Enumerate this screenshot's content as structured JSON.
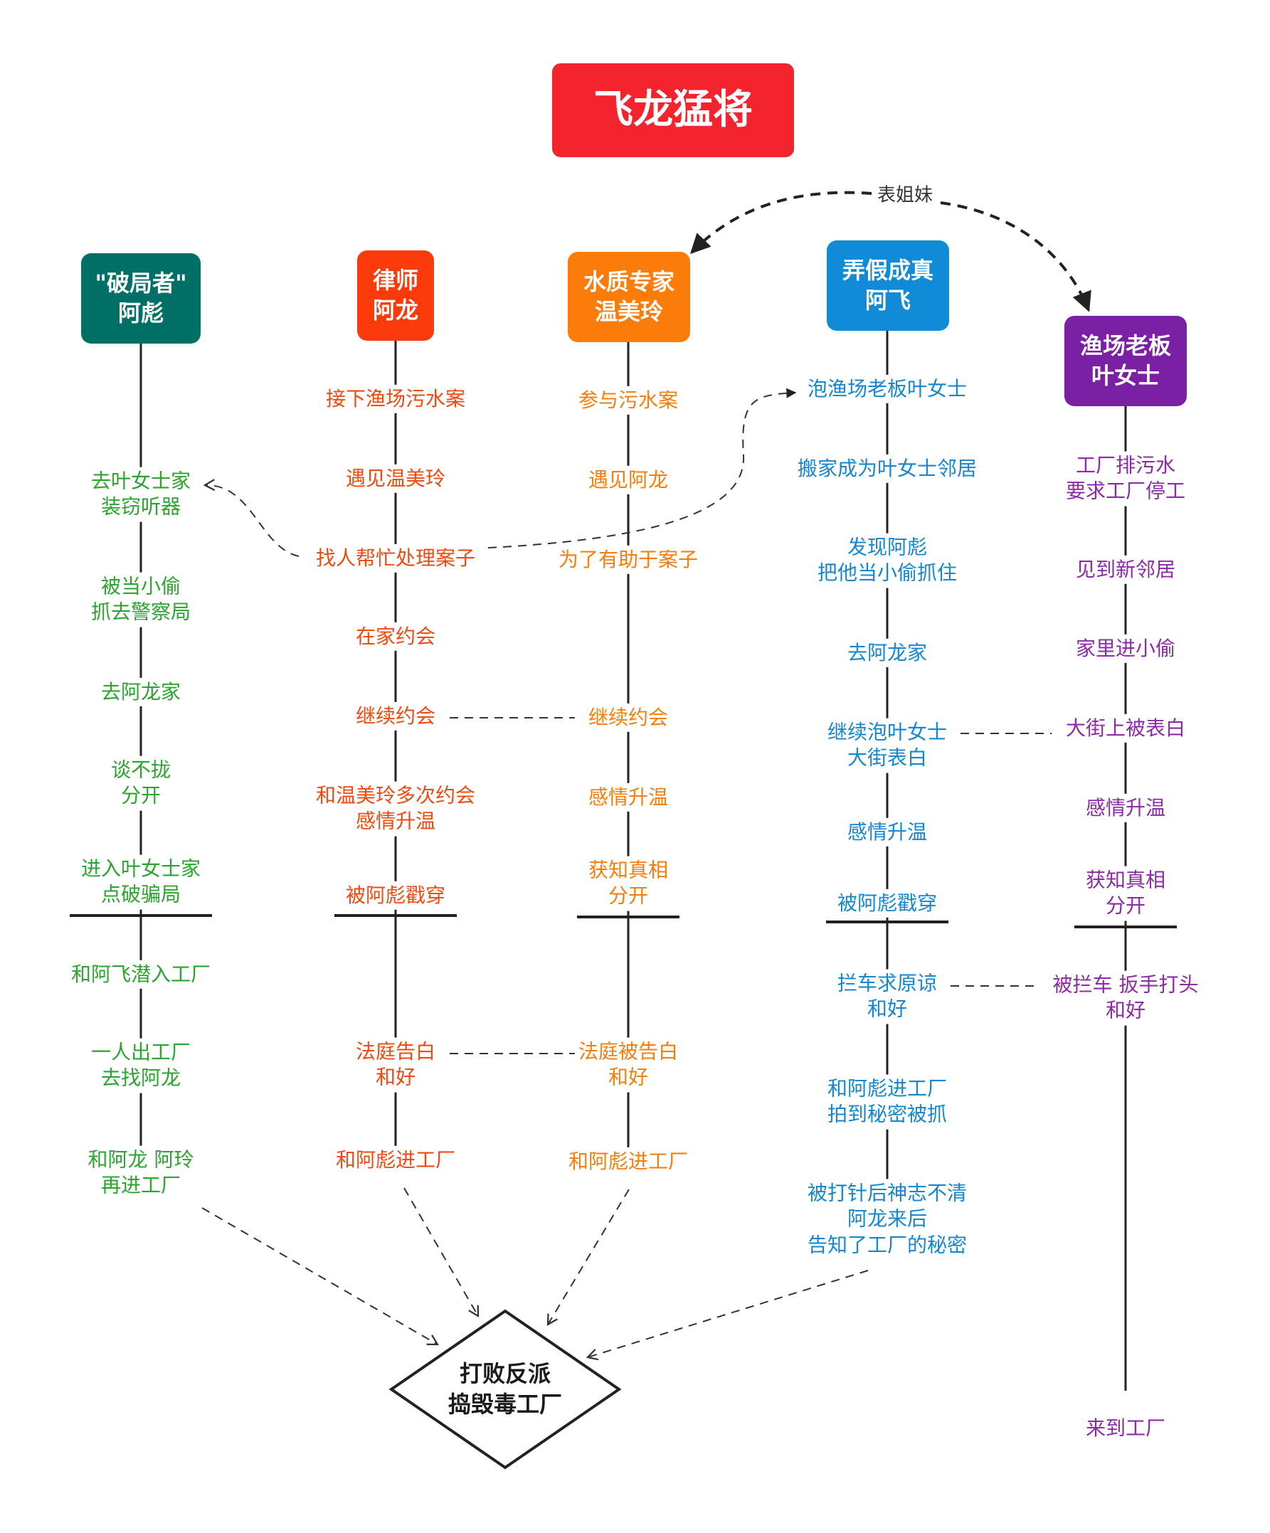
{
  "title": "飞龙猛将",
  "relation_label": "表姐妹",
  "final": {
    "lines": [
      "打败反派",
      "捣毁毒工厂"
    ]
  },
  "colors": {
    "title": "#f4242f",
    "green": "#006f66",
    "green_text": "#2aa52d",
    "red": "#fb3a0c",
    "red_text": "#f2490e",
    "orange": "#fb7c08",
    "orange_text": "#f77e0a",
    "blue": "#0f8bd7",
    "blue_text": "#1387d2",
    "purple": "#7b1fa5",
    "purple_text": "#8c2aa8"
  },
  "columns": [
    {
      "id": "green",
      "header": [
        "\"破局者\"",
        "阿彪"
      ],
      "events": [
        [
          "去叶女士家",
          "装窃听器"
        ],
        [
          "被当小偷",
          "抓去警察局"
        ],
        [
          "去阿龙家"
        ],
        [
          "谈不拢",
          "分开"
        ],
        [
          "进入叶女士家",
          "点破骗局"
        ],
        [
          "和阿飞潜入工厂"
        ],
        [
          "一人出工厂",
          "去找阿龙"
        ],
        [
          "和阿龙 阿玲",
          "再进工厂"
        ]
      ]
    },
    {
      "id": "red",
      "header": [
        "律师",
        "阿龙"
      ],
      "events": [
        [
          "接下渔场污水案"
        ],
        [
          "遇见温美玲"
        ],
        [
          "找人帮忙处理案子"
        ],
        [
          "在家约会"
        ],
        [
          "继续约会"
        ],
        [
          "和温美玲多次约会",
          "感情升温"
        ],
        [
          "被阿彪戳穿"
        ],
        [
          "法庭告白",
          "和好"
        ],
        [
          "和阿彪进工厂"
        ]
      ]
    },
    {
      "id": "orange",
      "header": [
        "水质专家",
        "温美玲"
      ],
      "events": [
        [
          "参与污水案"
        ],
        [
          "遇见阿龙"
        ],
        [
          "为了有助于案子"
        ],
        [
          "继续约会"
        ],
        [
          "感情升温"
        ],
        [
          "获知真相",
          "分开"
        ],
        [
          "法庭被告白",
          "和好"
        ],
        [
          "和阿彪进工厂"
        ]
      ]
    },
    {
      "id": "blue",
      "header": [
        "弄假成真",
        "阿飞"
      ],
      "events": [
        [
          "泡渔场老板叶女士"
        ],
        [
          "搬家成为叶女士邻居"
        ],
        [
          "发现阿彪",
          "把他当小偷抓住"
        ],
        [
          "去阿龙家"
        ],
        [
          "继续泡叶女士",
          "大街表白"
        ],
        [
          "感情升温"
        ],
        [
          "被阿彪戳穿"
        ],
        [
          "拦车求原谅",
          "和好"
        ],
        [
          "和阿彪进工厂",
          "拍到秘密被抓"
        ],
        [
          "被打针后神志不清",
          "阿龙来后",
          "告知了工厂的秘密"
        ]
      ]
    },
    {
      "id": "purple",
      "header": [
        "渔场老板",
        "叶女士"
      ],
      "events": [
        [
          "工厂排污水",
          "要求工厂停工"
        ],
        [
          "见到新邻居"
        ],
        [
          "家里进小偷"
        ],
        [
          "大街上被表白"
        ],
        [
          "感情升温"
        ],
        [
          "获知真相",
          "分开"
        ],
        [
          "被拦车 扳手打头",
          "和好"
        ],
        [
          "来到工厂"
        ]
      ]
    }
  ]
}
